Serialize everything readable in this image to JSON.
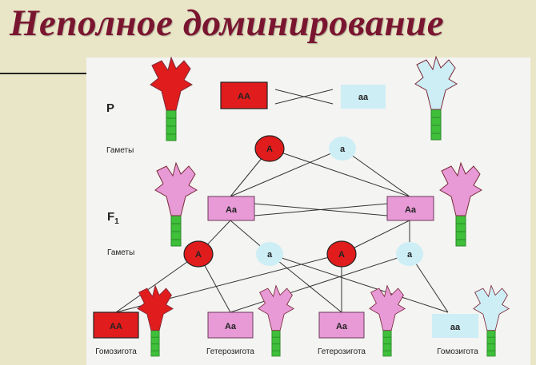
{
  "title": "Неполное доминирование",
  "labels": {
    "p": "P",
    "gametes1": "Гаметы",
    "f1_letter": "F",
    "f1_sub": "1",
    "gametes2": "Гаметы"
  },
  "genotypes": {
    "p_dominant": "AA",
    "p_recessive": "aa",
    "f1_left": "Aa",
    "f1_right": "Aa",
    "f2_1": "AA",
    "f2_2": "Aa",
    "f2_3": "Aa",
    "f2_4": "aa"
  },
  "gametes": {
    "g1_dominant": "A",
    "g1_recessive": "a",
    "g2_1": "A",
    "g2_2": "a",
    "g2_3": "A",
    "g2_4": "a"
  },
  "captions": {
    "c1": "Гомозигота",
    "c2": "Гетерозигота",
    "c3": "Гетерозигота",
    "c4": "Гомозигота"
  },
  "colors": {
    "title": "#7a1530",
    "dominant": "#e01c1c",
    "heterozygous": "#e79ad6",
    "recessive": "#cdeef5",
    "stem": "#3fbf3a"
  }
}
